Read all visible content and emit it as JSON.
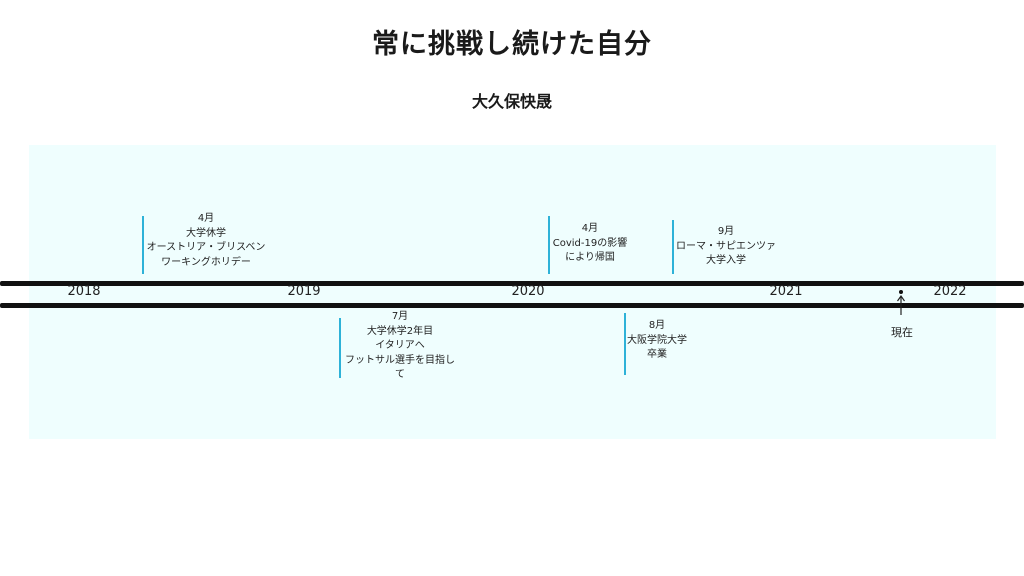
{
  "title": "常に挑戦し続けた自分",
  "author": "大久保快晟",
  "years": [
    "2018",
    "2019",
    "2020",
    "2021",
    "2022"
  ],
  "events": {
    "e2018": [
      "4月",
      "大学休学",
      "オーストリア・ブリスベン",
      "ワーキングホリデー"
    ],
    "e2019": [
      "7月",
      "大学休学2年目",
      "イタリアへ",
      "フットサル選手を目指し",
      "て"
    ],
    "e2020a": [
      "4月",
      "Covid-19の影響",
      "により帰国"
    ],
    "e2020b": [
      "8月",
      "大阪学院大学",
      "卒業"
    ],
    "e2021": [
      "9月",
      "ローマ・サピエンツァ",
      "大学入学"
    ]
  },
  "current": "現在",
  "colors": {
    "panel": "#effefe",
    "tick": "#2eb2d8",
    "line": "#111111"
  }
}
